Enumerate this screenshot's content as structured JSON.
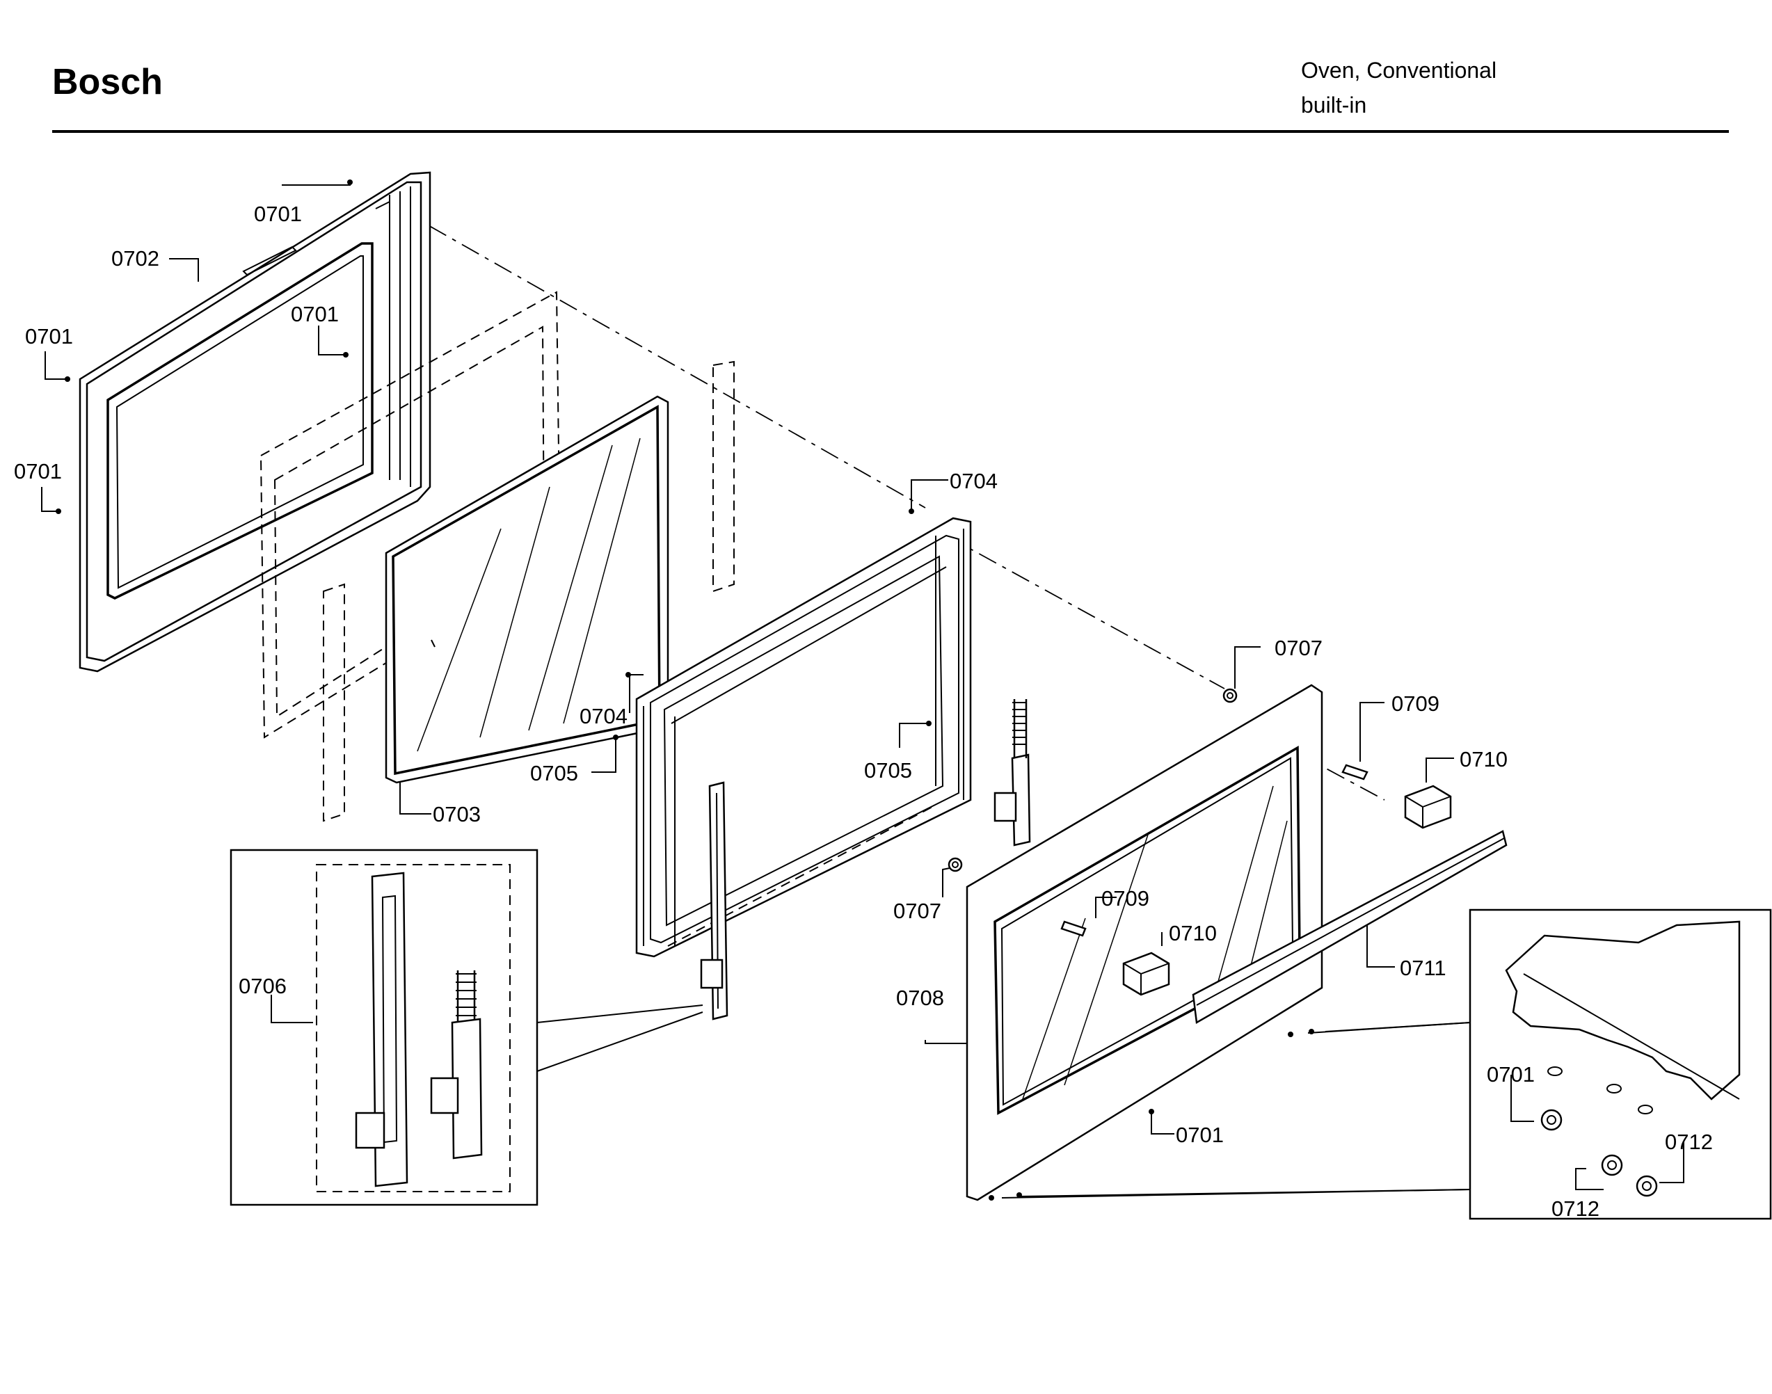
{
  "header": {
    "brand": "Bosch",
    "product_line1": "Oven, Conventional",
    "product_line2": "built-in"
  },
  "callouts": [
    {
      "id": "c1",
      "label": "0701"
    },
    {
      "id": "c2",
      "label": "0702"
    },
    {
      "id": "c3",
      "label": "0701"
    },
    {
      "id": "c4",
      "label": "0701"
    },
    {
      "id": "c5",
      "label": "0701"
    },
    {
      "id": "c6",
      "label": "0703"
    },
    {
      "id": "c7",
      "label": "0704"
    },
    {
      "id": "c8",
      "label": "0704"
    },
    {
      "id": "c9",
      "label": "0705"
    },
    {
      "id": "c10",
      "label": "0705"
    },
    {
      "id": "c11",
      "label": "0706"
    },
    {
      "id": "c12",
      "label": "0707"
    },
    {
      "id": "c13",
      "label": "0707"
    },
    {
      "id": "c14",
      "label": "0708"
    },
    {
      "id": "c15",
      "label": "0709"
    },
    {
      "id": "c16",
      "label": "0709"
    },
    {
      "id": "c17",
      "label": "0710"
    },
    {
      "id": "c18",
      "label": "0710"
    },
    {
      "id": "c19",
      "label": "0711"
    },
    {
      "id": "c20",
      "label": "0701"
    },
    {
      "id": "c21",
      "label": "0701"
    },
    {
      "id": "c22",
      "label": "0712"
    },
    {
      "id": "c23",
      "label": "0712"
    }
  ]
}
